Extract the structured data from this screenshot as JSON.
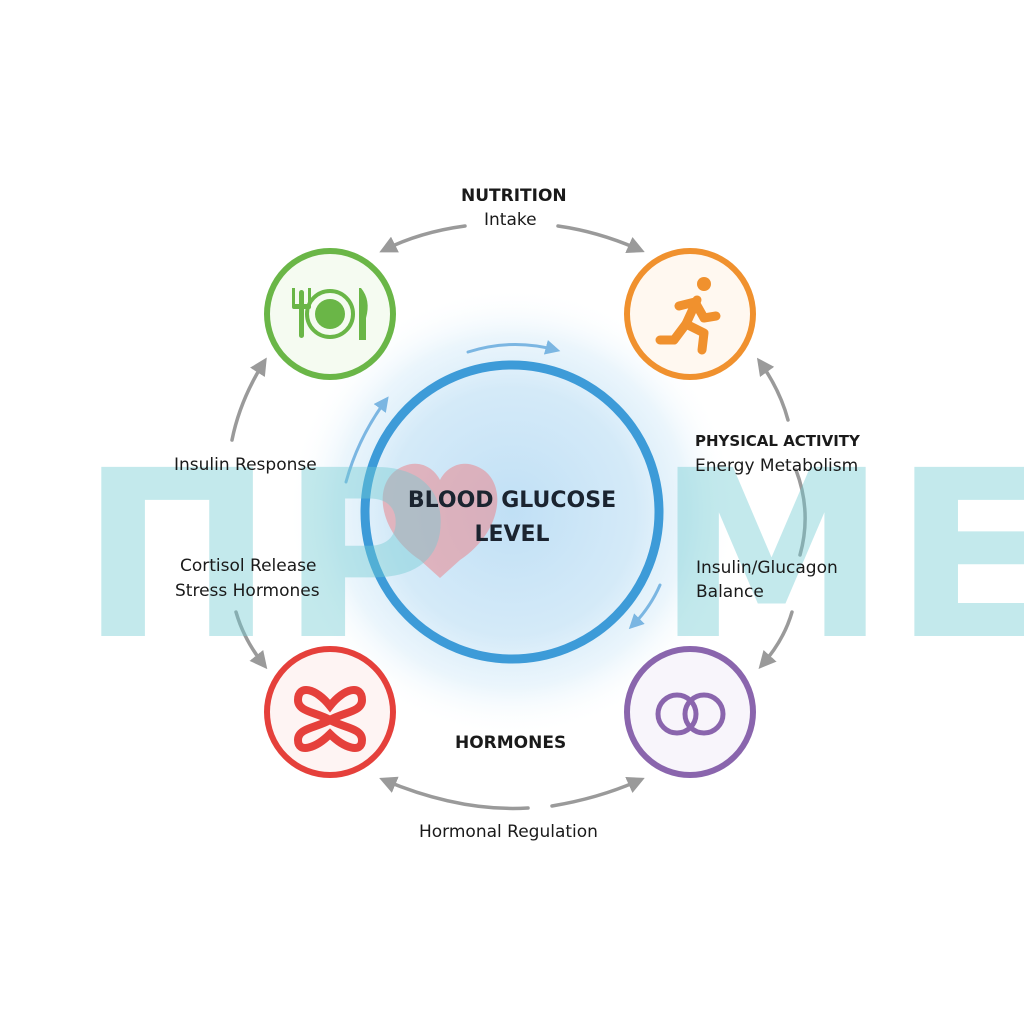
{
  "center": {
    "line1": "BLOOD GLUCOSE",
    "line2": "LEVEL"
  },
  "nutrition": {
    "title": "NUTRITION",
    "subtitle": "Intake",
    "color": "#6ab647"
  },
  "physical_activity": {
    "title": "PHYSICAL ACTIVITY",
    "subtitle": "Energy Metabolism",
    "color": "#f0912e"
  },
  "hormones": {
    "title": "HORMONES",
    "color": "#e5403b"
  },
  "pancreas": {
    "color": "#8a65ad"
  },
  "labels": {
    "insulin_response": "Insulin Response",
    "cortisol_release": "Cortisol Release",
    "stress_hormones": "Stress Hormones",
    "insulin_glucagon": "Insulin/Glucagon",
    "balance": "Balance",
    "hormonal_regulation": "Hormonal Regulation"
  },
  "watermark": {
    "left": "ПР",
    "right": "МЕД"
  },
  "colors": {
    "center_ring": "#3d9bd8",
    "arrow": "#9a9a9a",
    "inner_arrow": "#7bb6e2",
    "heart": "#e9868e"
  }
}
